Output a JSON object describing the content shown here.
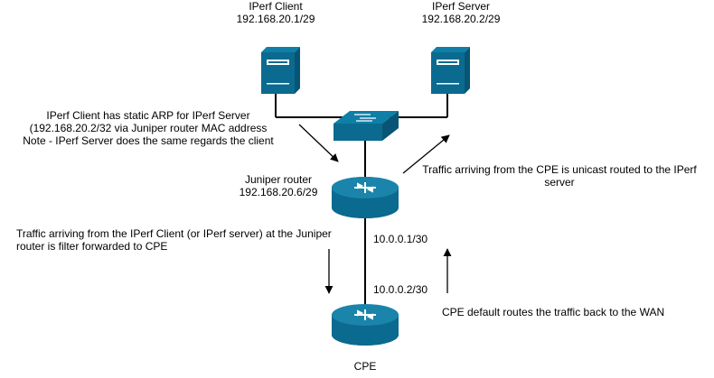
{
  "nodes": {
    "iperf_client": {
      "name": "IPerf Client",
      "address": "192.168.20.1/29"
    },
    "iperf_server": {
      "name": "IPerf Server",
      "address": "192.168.20.2/29"
    },
    "juniper_router": {
      "name": "Juniper router",
      "address": "192.168.20.6/29"
    },
    "cpe": {
      "name": "CPE"
    }
  },
  "links": {
    "juniper_wan": "10.0.0.1/30",
    "cpe_wan": "10.0.0.2/30"
  },
  "notes": {
    "static_arp": [
      "IPerf Client has static ARP for IPerf Server",
      "(192.168.20.2/32 via Juniper router MAC address",
      "Note - IPerf Server does the same regards the client"
    ],
    "unicast_routed": [
      "Traffic arriving from the CPE is unicast routed to the IPerf",
      "server"
    ],
    "filter_forwarded": [
      "Traffic arriving from the IPerf Client (or IPerf server) at the Juniper",
      "router is filter forwarded to CPE"
    ],
    "default_routes": "CPE default routes the traffic back to the WAN"
  },
  "colors": {
    "device_fill": "#0b6a8f",
    "device_dark": "#08506d",
    "server_fill": "#0b6a8f",
    "line": "#000000",
    "icon_white": "#ffffff"
  }
}
